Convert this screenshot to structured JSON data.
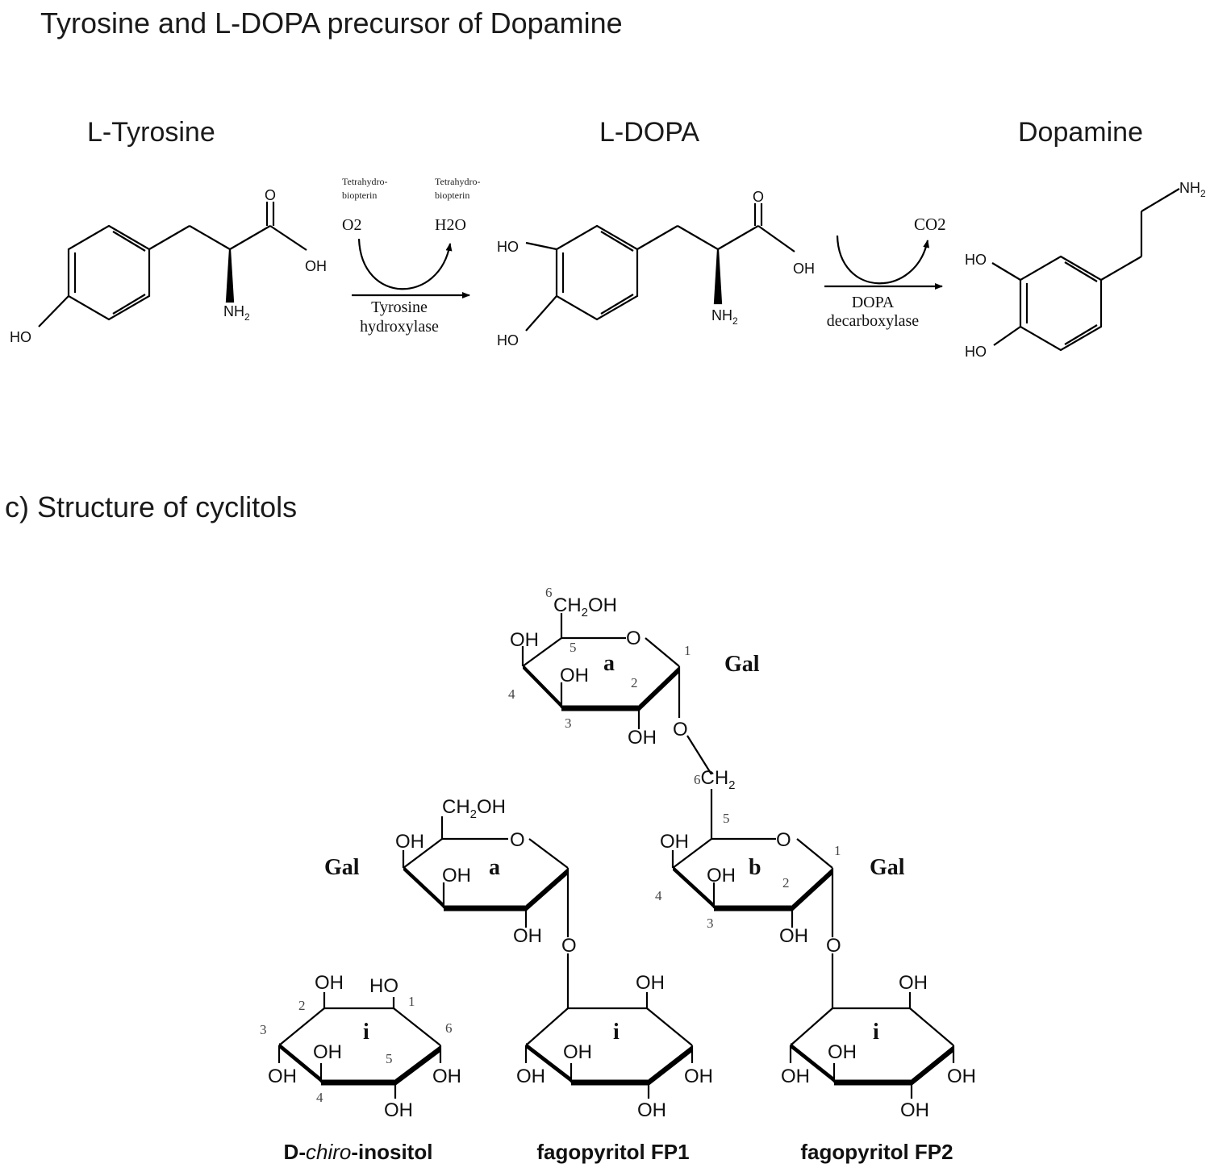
{
  "section1": {
    "title": "Tyrosine and L-DOPA precursor of Dopamine",
    "compounds": {
      "tyrosine": "L-Tyrosine",
      "ldopa": "L-DOPA",
      "dopamine": "Dopamine"
    },
    "atoms": {
      "ho": "HO",
      "oh": "OH",
      "o": "O",
      "nh2": "NH",
      "nh2_sub": "2"
    },
    "reaction1": {
      "cofactor_left_line1": "Tetrahydro-",
      "cofactor_left_line2": "biopterin",
      "cofactor_right_line1": "Tetrahydro-",
      "cofactor_right_line2": "biopterin",
      "in": "O2",
      "out": "H2O",
      "enzyme_line1": "Tyrosine",
      "enzyme_line2": "hydroxylase"
    },
    "reaction2": {
      "out": "CO2",
      "enzyme_line1": "DOPA",
      "enzyme_line2": "decarboxylase"
    }
  },
  "section2": {
    "title": "c) Structure of cyclitols",
    "labels": {
      "gal": "Gal",
      "ring_a": "a",
      "ring_b": "b",
      "ring_i": "i",
      "oh": "OH",
      "ho": "HO",
      "o": "O",
      "ch2oh_pre": "CH",
      "ch2oh_sub": "2",
      "ch2oh_post": "OH",
      "ch2": "CH",
      "ch2_sub": "2",
      "n1": "1",
      "n2": "2",
      "n3": "3",
      "n4": "4",
      "n5": "5",
      "n6": "6"
    },
    "captions": {
      "inositol_pre": "D-",
      "inositol_italic": "chiro",
      "inositol_post": "-inositol",
      "fp1": "fagopyritol FP1",
      "fp2": "fagopyritol FP2"
    }
  }
}
